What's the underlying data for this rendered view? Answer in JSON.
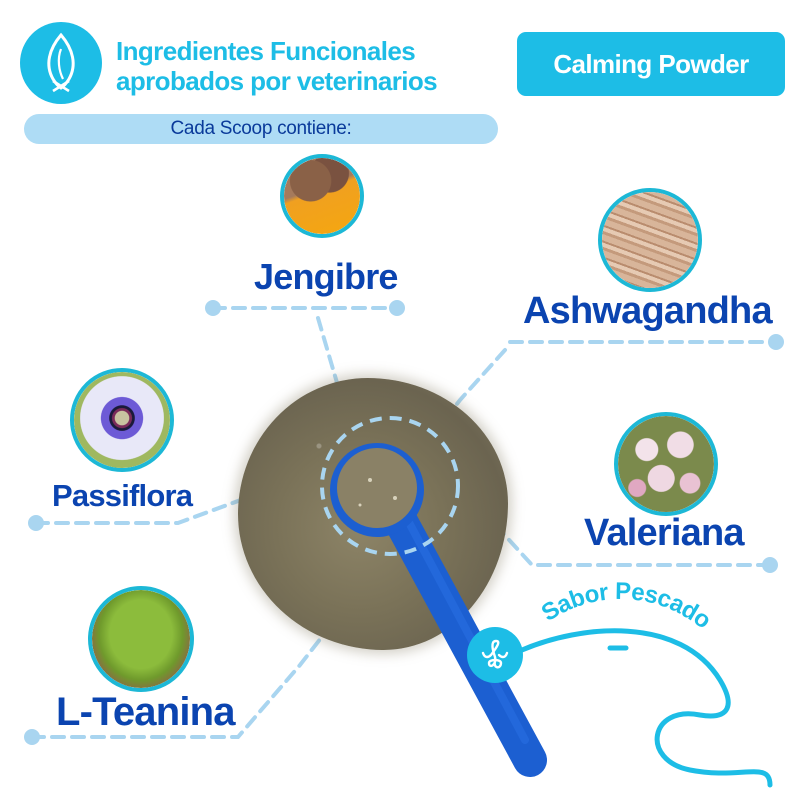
{
  "header": {
    "icon": "leaf-icon",
    "title_line1": "Ingredientes Funcionales",
    "title_line2": "aprobados por veterinarios",
    "product_name": "Calming Powder",
    "subheader": "Cada Scoop contiene:"
  },
  "ingredients": [
    {
      "label": "Jengibre",
      "image": "ginger-turmeric-photo"
    },
    {
      "label": "Ashwagandha",
      "image": "ashwagandha-root-photo"
    },
    {
      "label": "Passiflora",
      "image": "passion-flower-photo"
    },
    {
      "label": "Valeriana",
      "image": "valerian-flower-photo"
    },
    {
      "label": "L-Teanina",
      "image": "green-tea-powder-photo"
    }
  ],
  "center": {
    "image": "powder-with-blue-scoop-photo"
  },
  "flavor": {
    "icon": "fish-flavor-curl-icon",
    "label": "Sabor Pescado"
  },
  "colors": {
    "accent": "#1dbde6",
    "label_blue": "#0b44b0",
    "pill_bg": "#aedcf5",
    "connector": "#a9d5f0",
    "scoop_blue": "#1c5fd1"
  }
}
